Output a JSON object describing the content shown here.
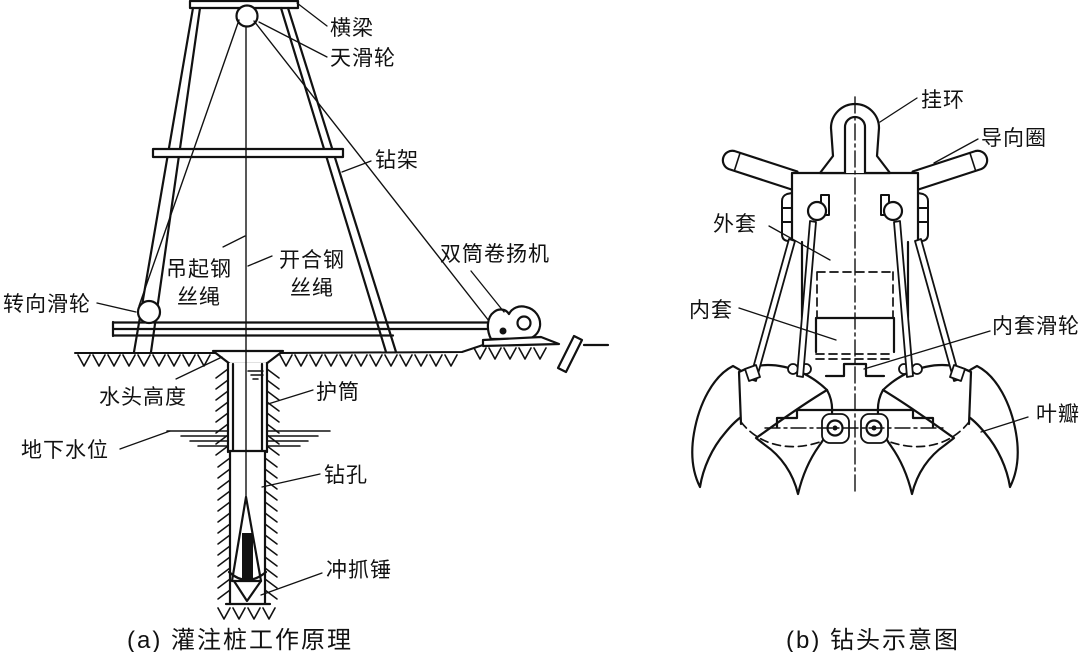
{
  "colors": {
    "ink": "#111111",
    "paper": "#ffffff"
  },
  "figure_a": {
    "caption": "(a) 灌注桩工作原理",
    "labels": {
      "cross_beam": "横梁",
      "crown_pulley": "天滑轮",
      "drill_frame": "钻架",
      "hoist_wire_rope": "吊起钢丝绳",
      "open_close_wire_rope": "开合钢丝绳",
      "turning_pulley": "转向滑轮",
      "double_drum_winch": "双筒卷扬机",
      "water_head_height": "水头高度",
      "casing": "护筒",
      "groundwater_level": "地下水位",
      "borehole": "钻孔",
      "impact_grab_hammer": "冲抓锤"
    }
  },
  "figure_b": {
    "caption": "(b) 钻头示意图",
    "labels": {
      "hanging_ring": "挂环",
      "guide_ring": "导向圈",
      "outer_sleeve": "外套",
      "inner_sleeve": "内套",
      "inner_sleeve_pulley": "内套滑轮",
      "leaf_petal": "叶瓣"
    }
  }
}
